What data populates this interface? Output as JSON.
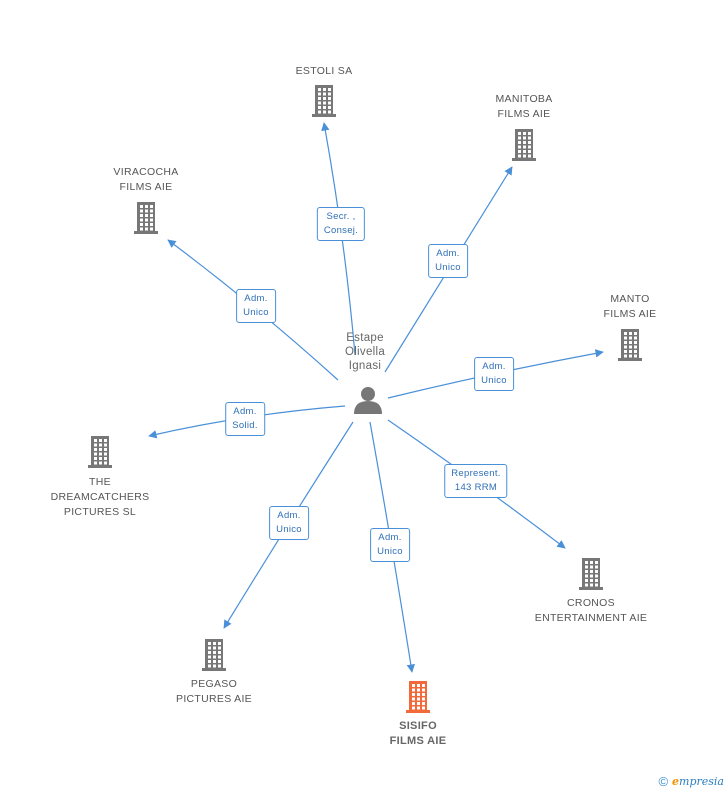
{
  "center": {
    "name_lines": [
      "Estape",
      "Olivella",
      "Ignasi"
    ],
    "icon": "person-icon"
  },
  "companies": [
    {
      "id": "estoli",
      "label_lines": [
        "ESTOLI SA"
      ],
      "icon": "building-icon"
    },
    {
      "id": "manitoba",
      "label_lines": [
        "MANITOBA",
        "FILMS AIE"
      ],
      "icon": "building-icon"
    },
    {
      "id": "viracocha",
      "label_lines": [
        "VIRACOCHA",
        "FILMS AIE"
      ],
      "icon": "building-icon"
    },
    {
      "id": "manto",
      "label_lines": [
        "MANTO",
        "FILMS AIE"
      ],
      "icon": "building-icon"
    },
    {
      "id": "dreamcatchers",
      "label_lines": [
        "THE",
        "DREAMCATCHERS",
        "PICTURES SL"
      ],
      "icon": "building-icon"
    },
    {
      "id": "cronos",
      "label_lines": [
        "CRONOS",
        "ENTERTAINMENT AIE"
      ],
      "icon": "building-icon"
    },
    {
      "id": "pegaso",
      "label_lines": [
        "PEGASO",
        "PICTURES AIE"
      ],
      "icon": "building-icon"
    },
    {
      "id": "sisifo",
      "label_lines": [
        "SISIFO",
        "FILMS AIE"
      ],
      "icon": "building-icon",
      "highlight": true
    }
  ],
  "edges": [
    {
      "to": "estoli",
      "label_lines": [
        "Secr. ,",
        "Consej."
      ]
    },
    {
      "to": "manitoba",
      "label_lines": [
        "Adm.",
        "Unico"
      ]
    },
    {
      "to": "viracocha",
      "label_lines": [
        "Adm.",
        "Unico"
      ]
    },
    {
      "to": "manto",
      "label_lines": [
        "Adm.",
        "Unico"
      ]
    },
    {
      "to": "dreamcatchers",
      "label_lines": [
        "Adm.",
        "Solid."
      ]
    },
    {
      "to": "cronos",
      "label_lines": [
        "Represent.",
        "143 RRM"
      ]
    },
    {
      "to": "pegaso",
      "label_lines": [
        "Adm.",
        "Unico"
      ]
    },
    {
      "to": "sisifo",
      "label_lines": [
        "Adm.",
        "Unico"
      ]
    }
  ],
  "colors": {
    "edge": "#4a90d9",
    "node": "#777777",
    "highlight": "#f26a3a"
  },
  "footer": {
    "copyright": "©",
    "brand_first": "e",
    "brand_rest": "mpresia"
  }
}
